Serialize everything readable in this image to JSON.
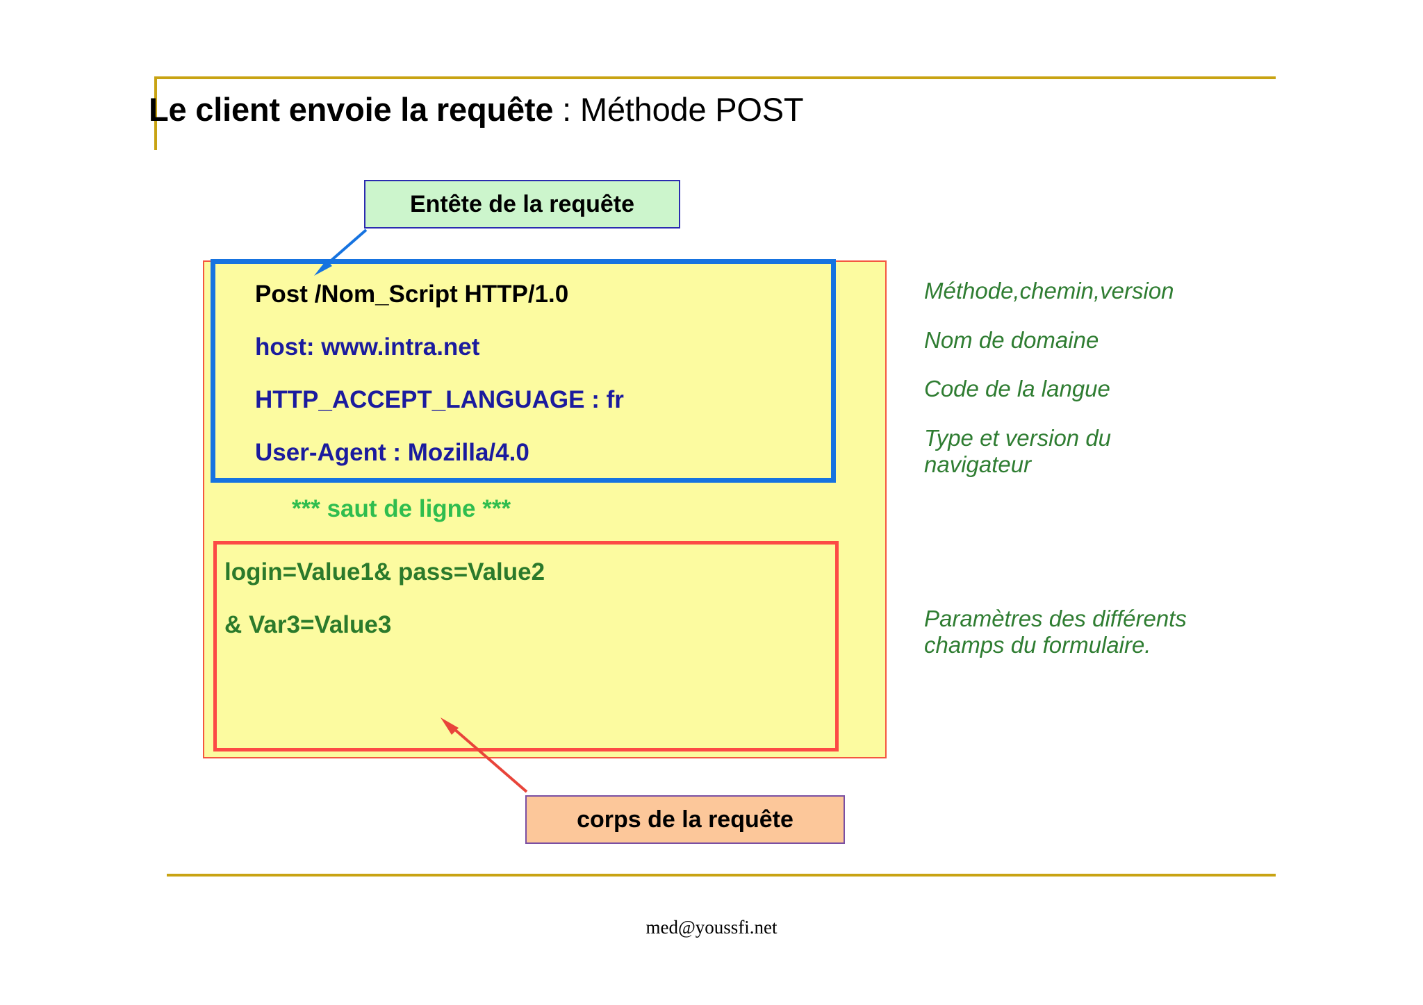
{
  "slide": {
    "title": {
      "bold_part": "Le client envoie la requête",
      "plain_part": " : Méthode POST"
    },
    "footer": "med@youssfi.net"
  },
  "callouts": {
    "header_label": "Entête de la requête",
    "body_label": "corps de la requête"
  },
  "request": {
    "header_lines": [
      {
        "text": "Post /Nom_Script HTTP/1.0",
        "color": "#000000"
      },
      {
        "text": "host: www.intra.net",
        "color": "#1b1b9e"
      },
      {
        "text": "HTTP_ACCEPT_LANGUAGE : fr",
        "color": "#1b1b9e"
      },
      {
        "text": "User-Agent : Mozilla/4.0",
        "color": "#1b1b9e"
      }
    ],
    "separator": "*** saut de ligne ***",
    "body_lines": [
      "login=Value1&   pass=Value2",
      "& Var3=Value3"
    ]
  },
  "annotations": [
    "Méthode,chemin,version",
    "Nom de domaine",
    "Code de la langue",
    "Type et version du\nnavigateur",
    "Paramètres des différents\nchamps du formulaire."
  ],
  "colors": {
    "rule_gold": "#c8a313",
    "header_box_border": "#1673e0",
    "body_box_border": "#fc4a45",
    "outer_box_border": "#f4573f",
    "box_fill": "#fcfba0",
    "callout_header_fill": "#ccf5cc",
    "callout_header_border": "#2b2bb0",
    "callout_body_fill": "#fcc79a",
    "callout_body_border": "#7a4fa3",
    "annotation_text": "#2f7d32",
    "separator_text": "#2fbd4e",
    "body_text": "#2b7a2b",
    "header_text_blue": "#1b1b9e"
  }
}
